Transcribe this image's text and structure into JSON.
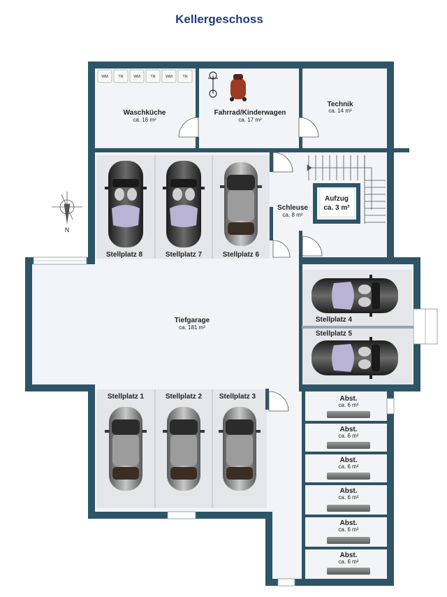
{
  "title": "Kellergeschoss",
  "compass_label": "N",
  "rooms": {
    "waschkueche": {
      "name": "Waschküche",
      "area": "ca. 16 m²"
    },
    "fahrrad": {
      "name": "Fahrrad/Kinderwagen",
      "area": "ca. 17 m²"
    },
    "technik": {
      "name": "Technik",
      "area": "ca. 14 m²"
    },
    "aufzug": {
      "name": "Aufzug",
      "area": "ca. 3 m²"
    },
    "schleuse": {
      "name": "Schleuse",
      "area": "ca. 8 m²"
    },
    "tiefgarage": {
      "name": "Tiefgarage",
      "area": "ca. 181 m²"
    }
  },
  "appliances": [
    "WM",
    "TR",
    "WM",
    "TR",
    "WM",
    "TR"
  ],
  "stellplaetze": {
    "p1": "Stellplatz 1",
    "p2": "Stellplatz 2",
    "p3": "Stellplatz 3",
    "p4": "Stellplatz 4",
    "p5": "Stellplatz 5",
    "p6": "Stellplatz 6",
    "p7": "Stellplatz 7",
    "p8": "Stellplatz 8"
  },
  "abstell": {
    "name": "Abst.",
    "area": "ca. 6 m²"
  },
  "colors": {
    "wall": "#2e5468",
    "floor": "#f2f4f7",
    "bay": "#e4e6e9",
    "title": "#1f3c78"
  }
}
